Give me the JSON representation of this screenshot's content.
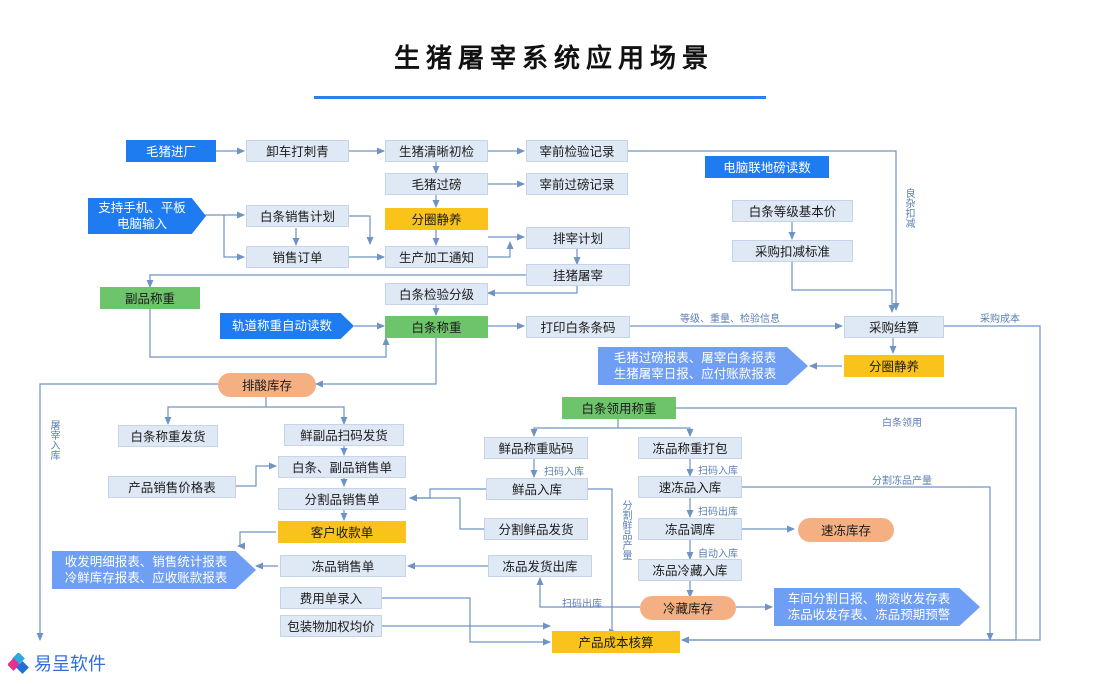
{
  "title": "生猪屠宰系统应用场景",
  "nodes": {
    "maozhu_jinchang": "毛猪进厂",
    "xieche": "卸车打刺青",
    "qingduan": "生猪清晰初检",
    "zaiqian_jianyan": "宰前检验记录",
    "diannao_bang": "电脑联地磅读数",
    "maozhu_guobang": "毛猪过磅",
    "zaiqian_guobang": "宰前过磅记录",
    "zhichi": "支持手机、平板\n电脑输入",
    "baitiao_xiaoshou_jihua": "白条销售计划",
    "fenquan_jingyang1": "分圈静养",
    "baitiao_dengji": "白条等级基本价",
    "paizai_jihua": "排宰计划",
    "xiaoshou_dingdan": "销售订单",
    "shengchan_tongzhi": "生产加工通知",
    "caigou_kouhan": "采购扣减标准",
    "guazhu": "挂猪屠宰",
    "fupin_chengzhong": "副品称重",
    "baitiao_jianyan": "白条检验分级",
    "guidao": "轨道称重自动读数",
    "baitiao_chengzhong": "白条称重",
    "dayin_tiaoma": "打印白条条码",
    "caigou_jiesuan": "采购结算",
    "baobiao1": "毛猪过磅报表、屠宰白条报表\n生猪屠宰日报、应付账款报表",
    "fenquan_jingyang2": "分圈静养",
    "paisuan_kucun": "排酸库存",
    "baitiao_linyong": "白条领用称重",
    "baitiao_fahuo": "白条称重发货",
    "xian_fupin_fahuo": "鲜副品扫码发货",
    "xianpin_tiema": "鲜品称重贴码",
    "dongpin_dabao": "冻品称重打包",
    "baitiao_fupin_xiaoshou": "白条、副品销售单",
    "chanpin_jiage": "产品销售价格表",
    "xianpin_ruku": "鲜品入库",
    "sudong_ruku": "速冻品入库",
    "fenge_xiaoshou": "分割品销售单",
    "fenge_xianpin_fahuo": "分割鲜品发货",
    "dongpin_tiaoku": "冻品调库",
    "sudong_kucun": "速冻库存",
    "kehu_shoukuan": "客户收款单",
    "baobiao2": "收发明细报表、销售统计报表\n冷鲜库存报表、应收账款报表",
    "dongpin_xiaoshou": "冻品销售单",
    "dongpin_chuku": "冻品发货出库",
    "dongpin_lengcang": "冻品冷藏入库",
    "feiyong": "费用单录入",
    "lengcang_kucun": "冷藏库存",
    "baobiao3": "车间分割日报、物资收发存表\n冻品收发存表、冻品预期预警",
    "baozhuang": "包装物加权均价",
    "chanpin_hesuan": "产品成本核算"
  },
  "edge_labels": {
    "liangza_kouhan": "良杂扣减",
    "dengji_info": "等级、重量、检验信息",
    "caigou_chengben": "采购成本",
    "baitiao_linyong": "白条领用",
    "fenge_dongpin_chanliang": "分割冻品产量",
    "tuzai_ruku": "屠宰入库",
    "saoma_ruku1": "扫码入库",
    "saoma_ruku2": "扫码入库",
    "saoma_chuku1": "扫码出库",
    "fenge_xianpin_chanliang": "分割鲜品产量",
    "zidong_ruku": "自动入库",
    "saoma_chuku2": "扫码出库"
  },
  "logo": {
    "text": "易呈软件",
    "colors": [
      "#e8318a",
      "#2ea8e0",
      "#1f6fd8"
    ]
  },
  "colors": {
    "light_box": "#dfe8f5",
    "blue_box": "#1f7cf0",
    "yellow_box": "#f9c31c",
    "green_box": "#6ec46a",
    "orange_box": "#f4b083",
    "connector": "#6f93c4"
  }
}
